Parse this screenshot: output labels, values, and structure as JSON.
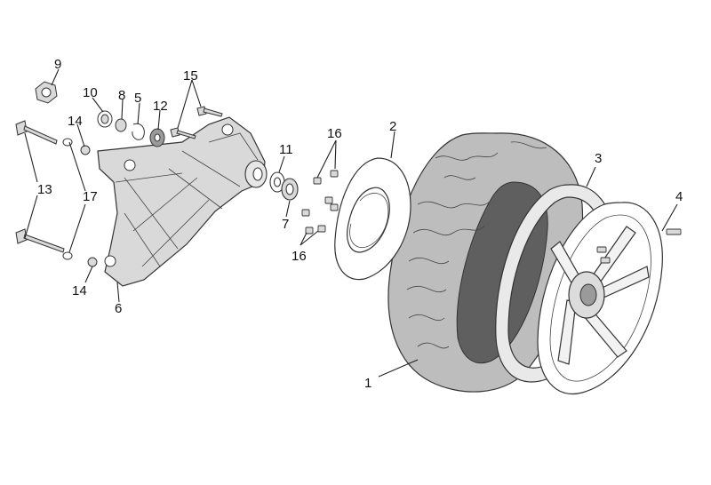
{
  "colors": {
    "tire": "#bdbdbd",
    "tire_inner": "#5f5f5f",
    "rim_ring": "#e9e9e9",
    "hub": "#dcdcdc",
    "part_fill": "#d9d9d9",
    "line": "#222222"
  },
  "labels": {
    "n1": "1",
    "n2": "2",
    "n3": "3",
    "n4": "4",
    "n5": "5",
    "n6": "6",
    "n7": "7",
    "n8": "8",
    "n9": "9",
    "n10": "10",
    "n11": "11",
    "n12": "12",
    "n13": "13",
    "n14a": "14",
    "n14b": "14",
    "n15": "15",
    "n16a": "16",
    "n16b": "16",
    "n17": "17"
  }
}
